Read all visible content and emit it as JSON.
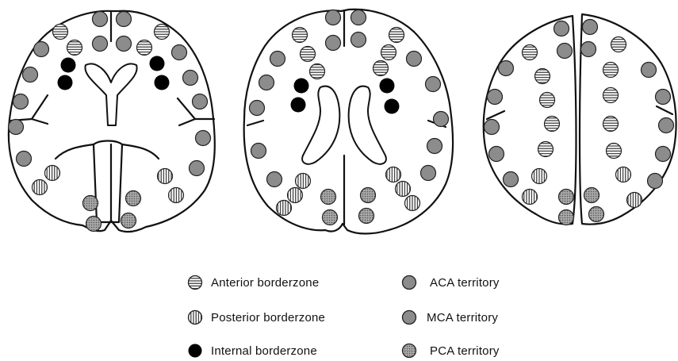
{
  "legend": {
    "anterior": "Anterior borderzone",
    "posterior": "Posterior borderzone",
    "internal": "Internal borderzone",
    "aca": "ACA territory",
    "mca": "MCA territory",
    "pca": "PCA territory"
  },
  "colors": {
    "territory_gray": "#8c8c8c",
    "pca_gray": "#9a9a9a",
    "internal_black": "#000000",
    "outline": "#111111"
  },
  "symbol_types": [
    "anterior-borderzone",
    "posterior-borderzone",
    "internal-borderzone",
    "aca-territory",
    "mca-territory",
    "pca-territory"
  ]
}
